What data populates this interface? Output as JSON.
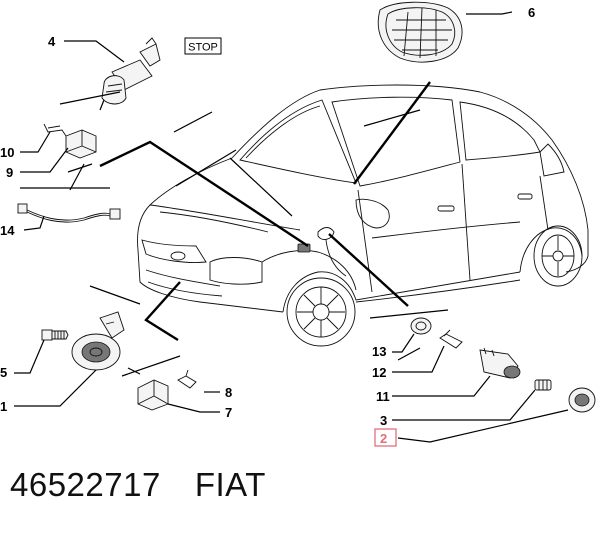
{
  "callouts": {
    "c1": "1",
    "c2": "2",
    "c3": "3",
    "c4": "4",
    "c5": "5",
    "c6": "6",
    "c7": "7",
    "c8": "8",
    "c9": "9",
    "c10": "10",
    "c11": "11",
    "c12": "12",
    "c13": "13",
    "c14": "14"
  },
  "stop_label": "STOP",
  "footer": {
    "part_number": "46522717",
    "brand": "FIAT"
  },
  "highlight_color": "#e0707a"
}
